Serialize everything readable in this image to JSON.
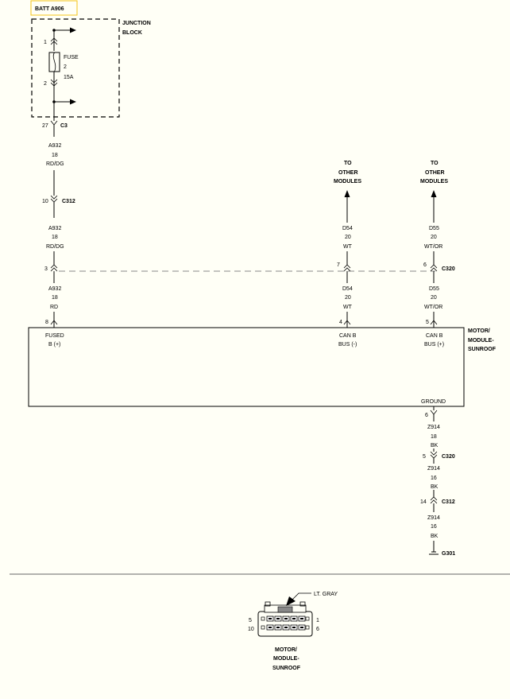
{
  "power_source": "BATT A906",
  "junction_block": {
    "line1": "JUNCTION",
    "line2": "BLOCK",
    "pin_top": "1",
    "pin_bottom": "2"
  },
  "fuse": {
    "label": "FUSE",
    "number": "2",
    "rating": "15A"
  },
  "c3": {
    "pin": "27",
    "name": "C3"
  },
  "c312": {
    "pin_fused": "10",
    "name": "C312"
  },
  "c320": {
    "pin_fused": "3",
    "pin_can_minus": "7",
    "pin_can_plus": "6",
    "name": "C320"
  },
  "wire_a932_upper": {
    "circuit": "A932",
    "gauge": "18",
    "color": "RD/DG"
  },
  "wire_a932_mid": {
    "circuit": "A932",
    "gauge": "18",
    "color": "RD/DG"
  },
  "wire_a932_lower": {
    "circuit": "A932",
    "gauge": "18",
    "color": "RD"
  },
  "wire_d54_upper": {
    "circuit": "D54",
    "gauge": "20",
    "color": "WT"
  },
  "wire_d54_lower": {
    "circuit": "D54",
    "gauge": "20",
    "color": "WT"
  },
  "wire_d55_upper": {
    "circuit": "D55",
    "gauge": "20",
    "color": "WT/OR"
  },
  "wire_d55_lower": {
    "circuit": "D55",
    "gauge": "20",
    "color": "WT/OR"
  },
  "to_other_modules": {
    "line1": "TO",
    "line2": "OTHER",
    "line3": "MODULES"
  },
  "module": {
    "name_line1": "MOTOR/",
    "name_line2": "MODULE-",
    "name_line3": "SUNROOF",
    "pin_fused": "8",
    "pin_can_minus": "4",
    "pin_can_plus": "5",
    "pin_ground": "6",
    "fused_label_1": "FUSED",
    "fused_label_2": "B (+)",
    "can_minus_label_1": "CAN B",
    "can_minus_label_2": "BUS (-)",
    "can_plus_label_1": "CAN B",
    "can_plus_label_2": "BUS (+)",
    "ground_label": "GROUND"
  },
  "ground_circuit": {
    "seg1": {
      "circuit": "Z914",
      "gauge": "18",
      "color": "BK"
    },
    "c320_pin": "5",
    "c320_name": "C320",
    "seg2": {
      "circuit": "Z914",
      "gauge": "16",
      "color": "BK"
    },
    "c312_pin": "14",
    "c312_name": "C312",
    "seg3": {
      "circuit": "Z914",
      "gauge": "16",
      "color": "BK"
    },
    "ground_name": "G301"
  },
  "connector_view": {
    "color_label": "LT. GRAY",
    "pin_top_left": "5",
    "pin_top_right": "1",
    "pin_bottom_left": "10",
    "pin_bottom_right": "6",
    "name_line1": "MOTOR/",
    "name_line2": "MODULE-",
    "name_line3": "SUNROOF"
  },
  "colors": {
    "background": "#fffff6",
    "ink": "#000000",
    "tag_border": "#f5c518",
    "dashed_gray": "#888888"
  }
}
